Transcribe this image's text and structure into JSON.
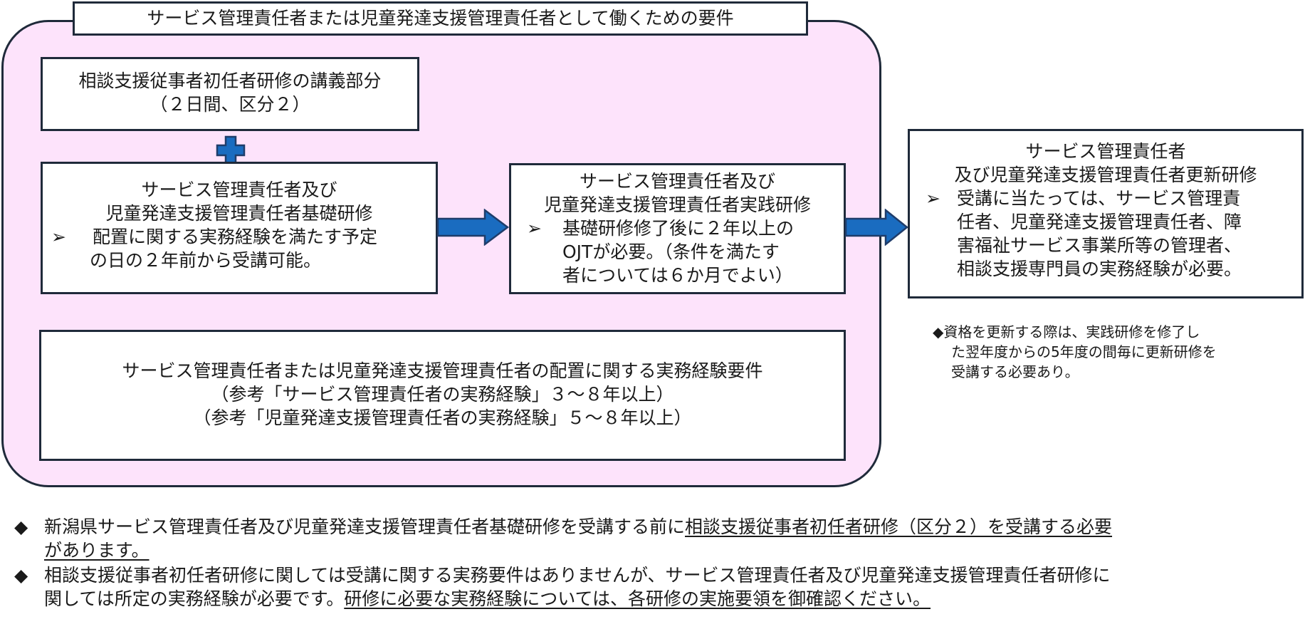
{
  "title": "サービス管理責任者または児童発達支援管理責任者として働くための要件",
  "box_lecture": {
    "line1": "相談支援従事者初任者研修の講義部分",
    "line2": "（２日間、区分２）"
  },
  "plus_icon": "plus-icon",
  "box_basic": {
    "line1": "サービス管理責任者及び",
    "line2": "児童発達支援管理責任者基礎研修",
    "bullet_marker": "➢",
    "bullet_line1": "配置に関する実務経験を満たす予定",
    "bullet_line2": "の日の２年前から受講可能。"
  },
  "box_practice": {
    "line1": "サービス管理責任者及び",
    "line2": "児童発達支援管理責任者実践研修",
    "bullet_marker": "➢",
    "bullet_line1": "基礎研修修了後に２年以上の",
    "bullet_line2": "OJTが必要。（条件を満たす",
    "bullet_line3": "者については６か月でよい）"
  },
  "box_update": {
    "line1": "サービス管理責任者",
    "line2": "及び児童発達支援管理責任者更新研修",
    "bullet_marker": "➢",
    "bullet_line1": "受講に当たっては、サービス管理責",
    "bullet_line2": "任者、児童発達支援管理責任者、障",
    "bullet_line3": "害福祉サービス事業所等の管理者、",
    "bullet_line4": "相談支援専門員の実務経験が必要。"
  },
  "update_note": {
    "marker": "◆",
    "line1": "資格を更新する際は、実践研修を修了し",
    "line2": "た翌年度からの5年度の間毎に更新研修を",
    "line3": "受講する必要あり。"
  },
  "box_experience": {
    "line1": "サービス管理責任者または児童発達支援管理責任者の配置に関する実務経験要件",
    "line2": "（参考「サービス管理責任者の実務経験」３～８年以上）",
    "line3": "（参考「児童発達支援管理責任者の実務経験」５～８年以上）"
  },
  "footnotes": [
    {
      "marker": "◆",
      "line1_plain": "新潟県サービス管理責任者及び児童発達支援管理責任者基礎研修を受講する前に",
      "line1_underlined": "相談支援従事者初任者研修（区分２）を受講する必要",
      "line2_plain": "",
      "line2_underlined": "があります。"
    },
    {
      "marker": "◆",
      "line1_plain": "相談支援従事者初任者研修に関しては受講に関する実務要件はありませんが、サービス管理責任者及び児童発達支援管理責任者研修に",
      "line1_underlined": "",
      "line2_plain": "関しては所定の実務経験が必要です。",
      "line2_underlined": "研修に必要な実務経験については、各研修の実施要領を御確認ください。"
    }
  ],
  "colors": {
    "panel_fill": "#fde3fb",
    "border": "#1f2a3a",
    "arrow_fill": "#1a6cc0",
    "arrow_stroke": "#1f3d6b"
  }
}
